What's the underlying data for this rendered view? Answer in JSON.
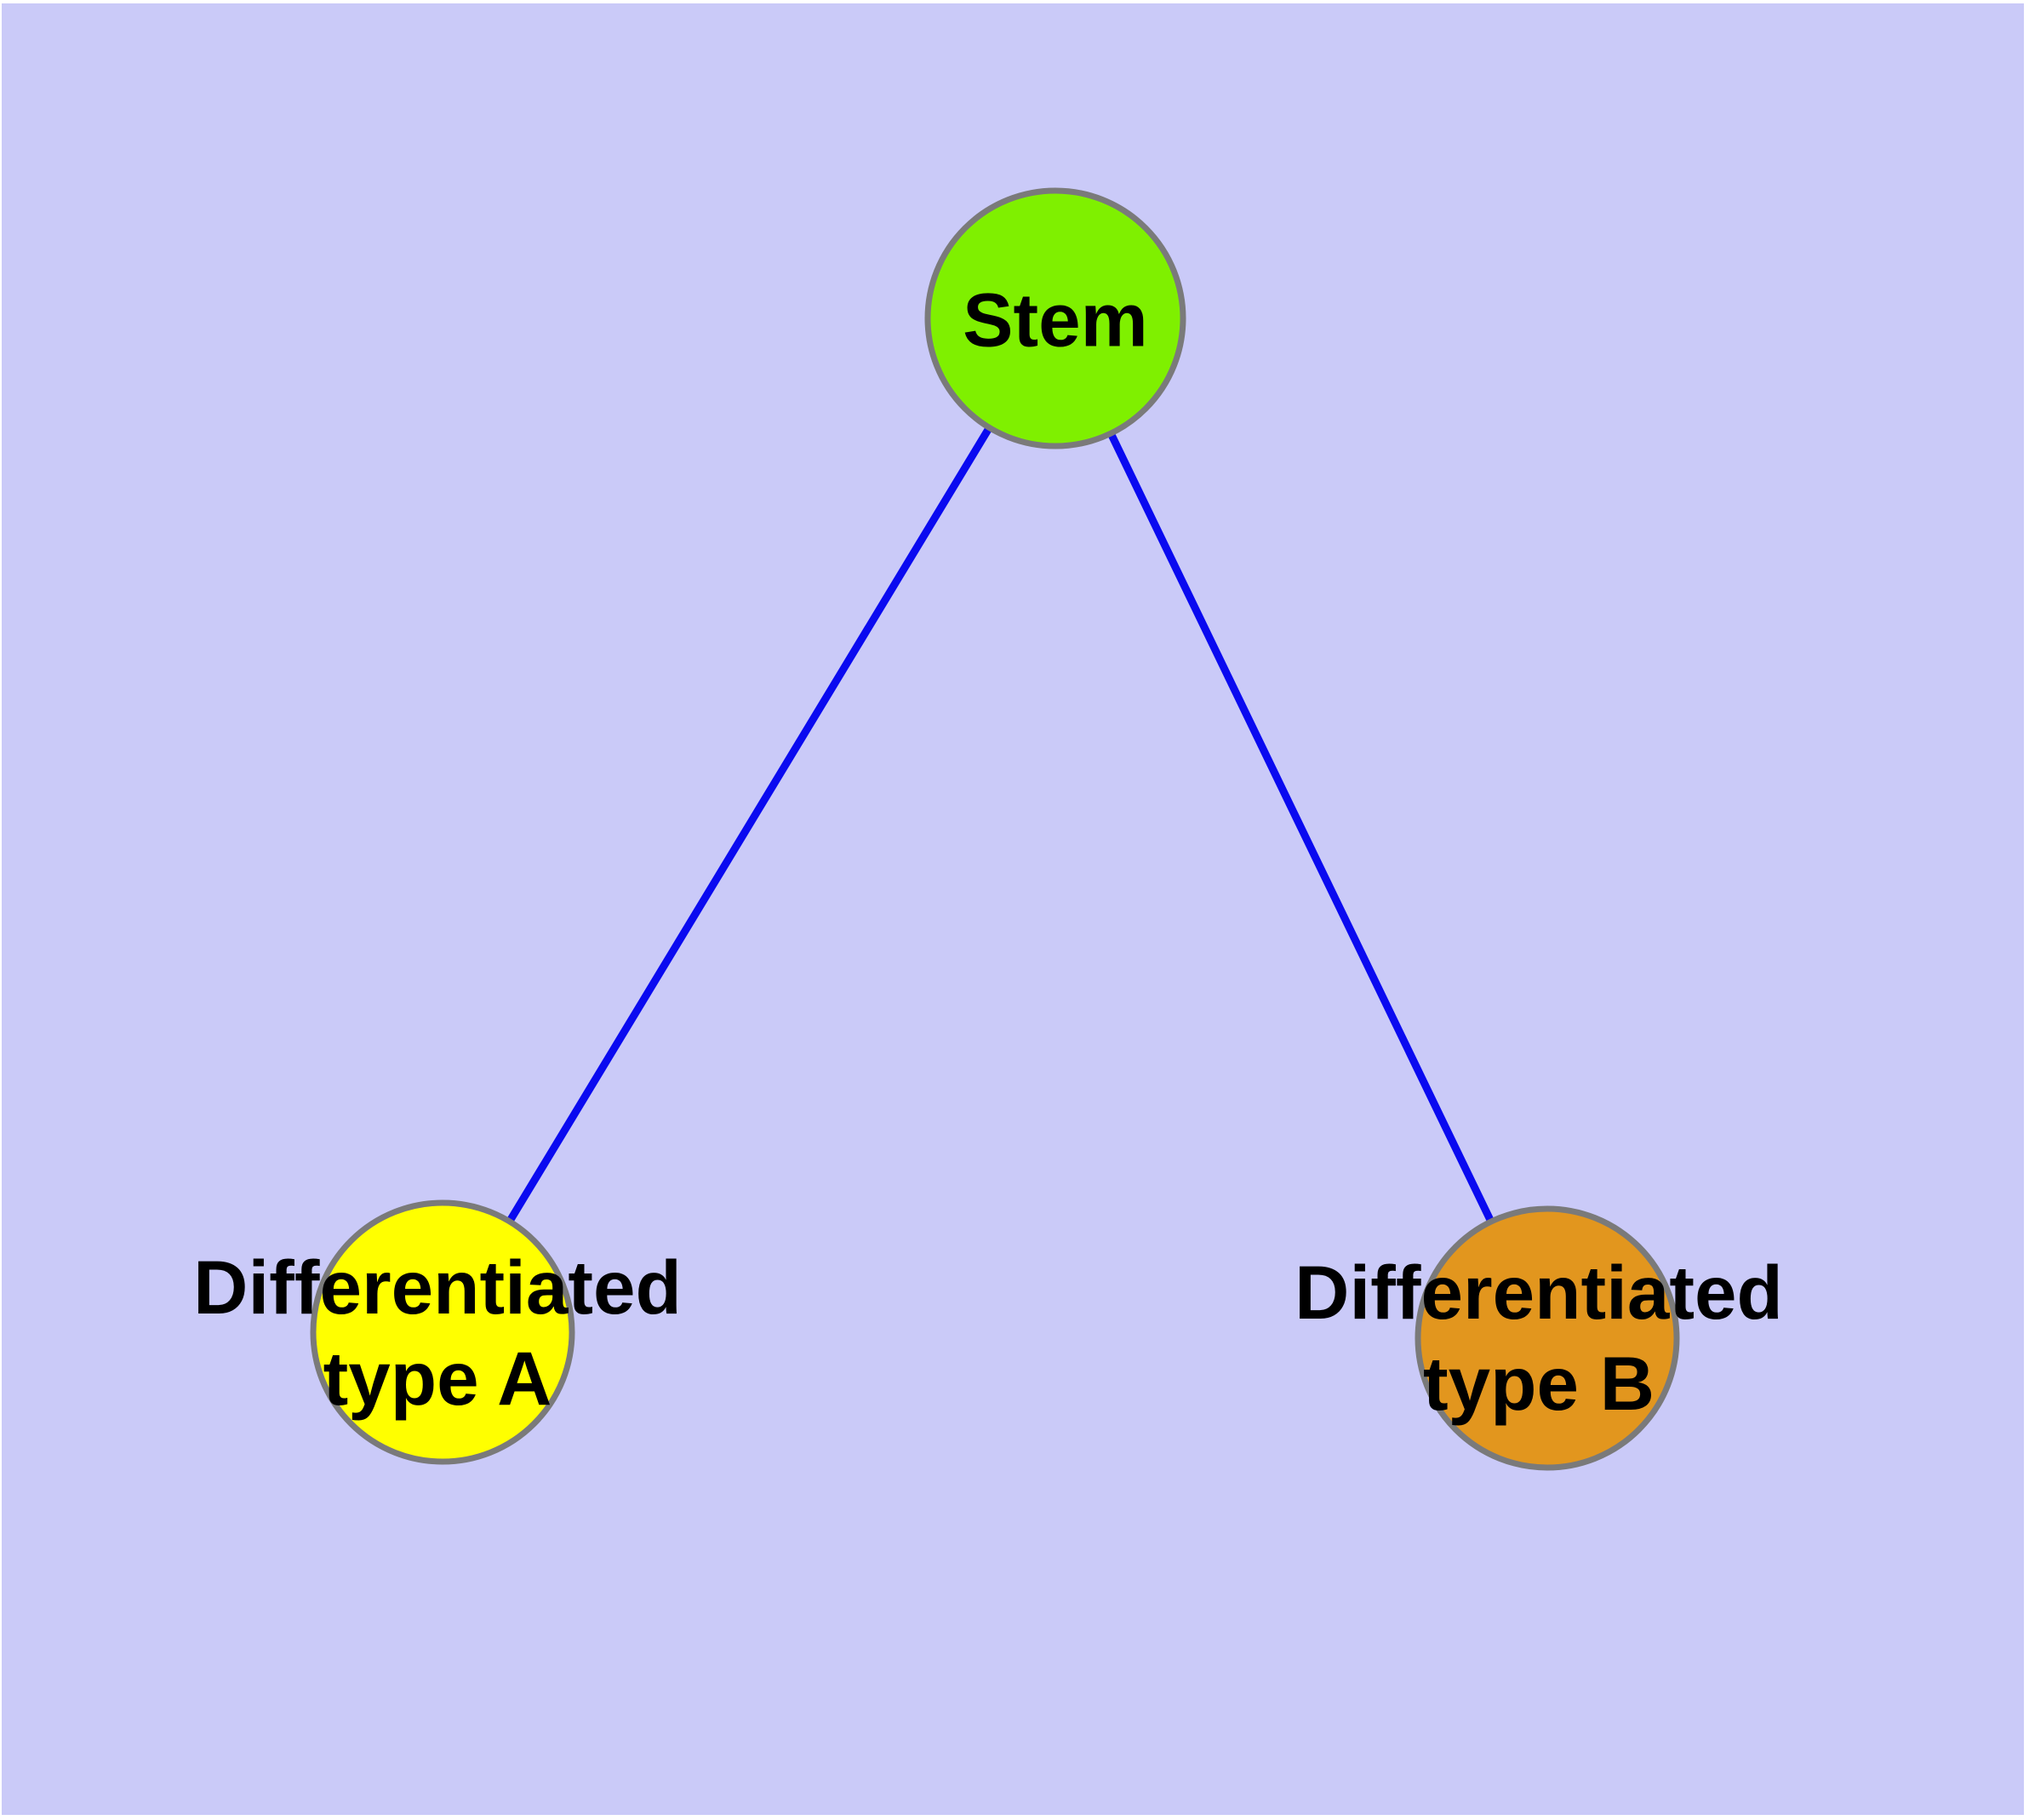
{
  "diagram": {
    "type": "graph",
    "background_color": "#cacaf8",
    "canvas_border_color": "#ffffff",
    "edge_color": "#0a0af0",
    "node_border_color": "#7a7a7a",
    "label_color": "#000000",
    "nodes": [
      {
        "id": "stem",
        "label": "Stem",
        "fill": "#7ff000",
        "position": "top-center"
      },
      {
        "id": "type-a",
        "label": "Differentiated\ntype A",
        "fill": "#ffff00",
        "position": "bottom-left"
      },
      {
        "id": "type-b",
        "label": "Differentiated\ntype B",
        "fill": "#e2961e",
        "position": "bottom-right"
      }
    ],
    "edges": [
      {
        "from": "Stem",
        "to": "Differentiated type A"
      },
      {
        "from": "Stem",
        "to": "Differentiated type B"
      }
    ]
  }
}
